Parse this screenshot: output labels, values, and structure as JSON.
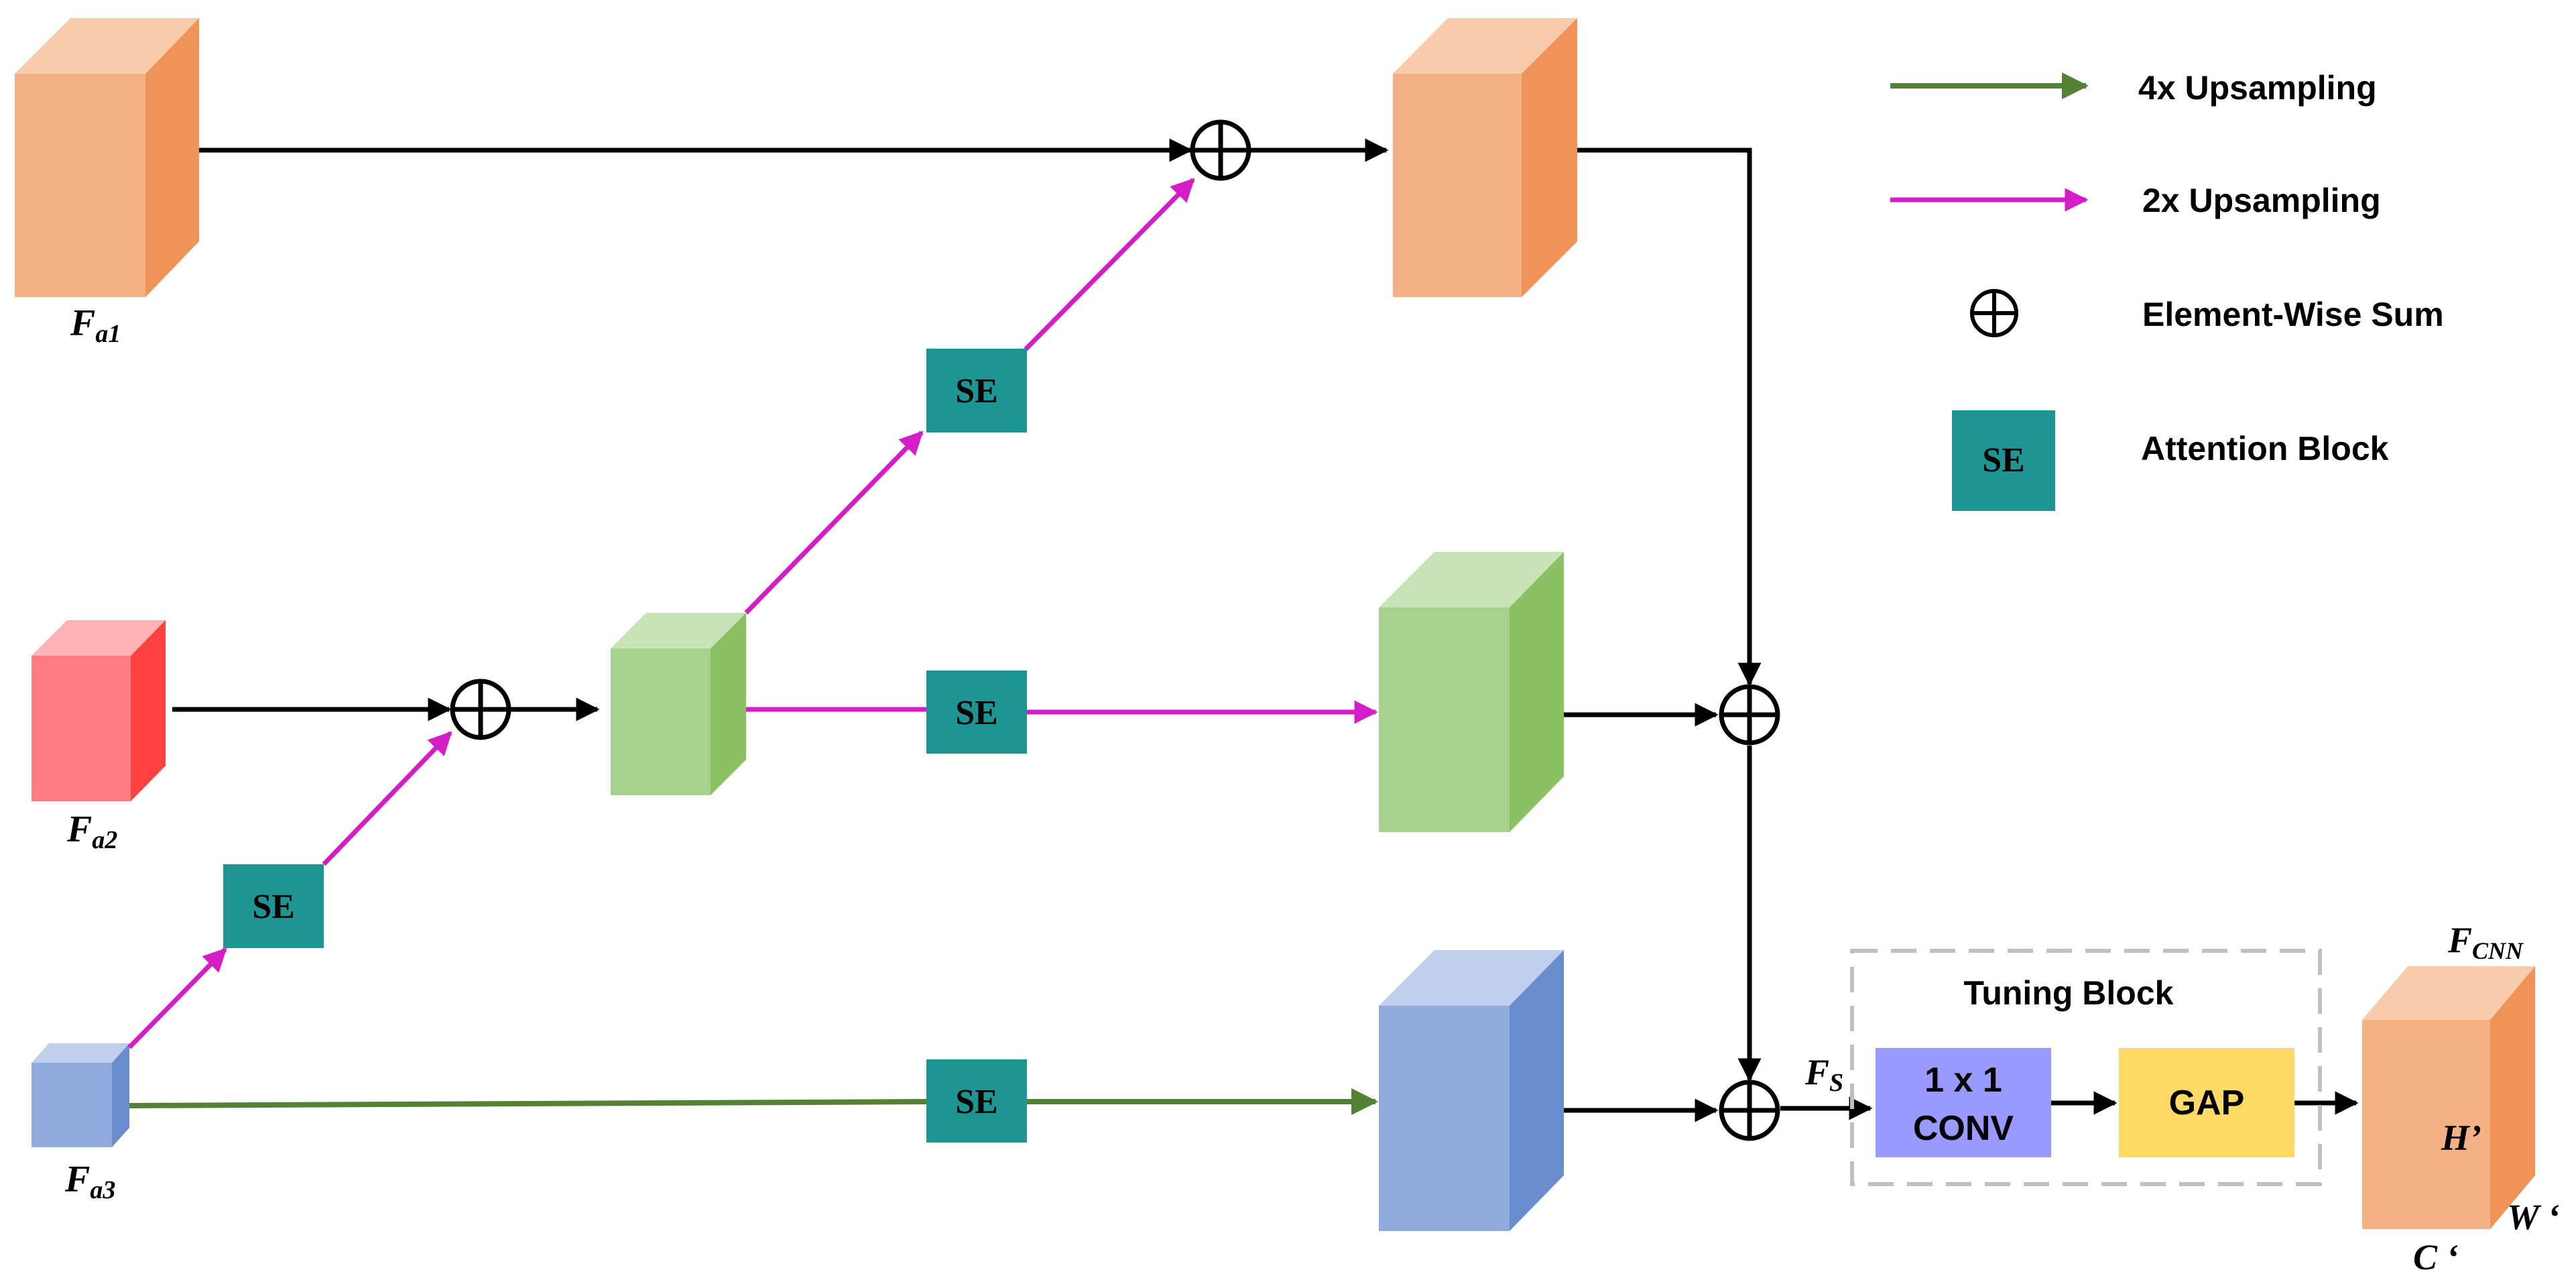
{
  "features": {
    "fa1": {
      "main": "F",
      "sub": "a1"
    },
    "fa2": {
      "main": "F",
      "sub": "a2"
    },
    "fa3": {
      "main": "F",
      "sub": "a3"
    },
    "fs": {
      "main": "F",
      "sub": "S"
    },
    "fcnn": {
      "main": "F",
      "sub": "CNN"
    }
  },
  "se_label": "SE",
  "tuning": {
    "title": "Tuning Block",
    "conv_line1": "1 x 1",
    "conv_line2": "CONV",
    "gap": "GAP"
  },
  "output_dims": {
    "h": "H’",
    "w": "W ‘",
    "c": "C ‘"
  },
  "legend": {
    "upsample4": "4x  Upsampling",
    "upsample2": "2x  Upsampling",
    "sum": "Element-Wise Sum",
    "attention": "Attention Block"
  },
  "colors": {
    "green_arrow": "#538135",
    "magenta_arrow": "#d41cc8",
    "se_fill": "#1f9593",
    "conv_fill": "#9999ff",
    "gap_fill": "#ffd966",
    "orange_front": "#f4b183",
    "orange_side": "#f09356",
    "orange_top": "#f8cbad",
    "red_front": "#ff7c80",
    "red_side": "#ff4141",
    "red_top": "#ffb3b5",
    "green_front": "#a9d18e",
    "green_side": "#8bc163",
    "green_top": "#c8e3b5",
    "blue_front": "#8faadc",
    "blue_side": "#6a8dd0",
    "blue_top": "#c0d0ec"
  }
}
